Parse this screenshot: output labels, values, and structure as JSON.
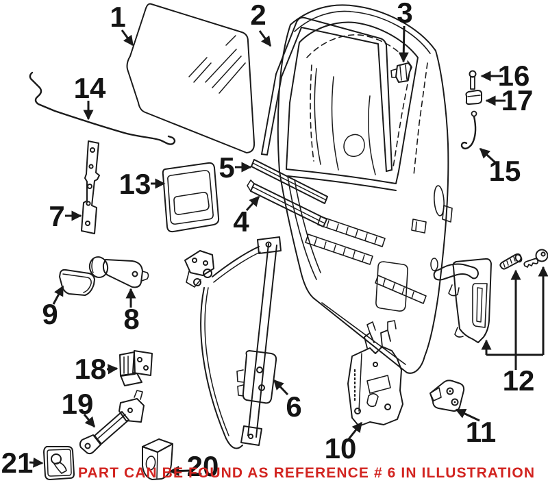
{
  "diagram": {
    "type": "exploded-parts-diagram",
    "subject": "vehicle door assembly illustration",
    "background_color": "#ffffff",
    "line_color": "#1a1a1a",
    "caption": "PART CAN BE FOUND AS REFERENCE # 6 IN ILLUSTRATION",
    "caption_color": "#d22420",
    "referenced_part": "6",
    "callouts": {
      "c1": {
        "label": "1"
      },
      "c2": {
        "label": "2"
      },
      "c3": {
        "label": "3"
      },
      "c4": {
        "label": "4"
      },
      "c5": {
        "label": "5"
      },
      "c6": {
        "label": "6"
      },
      "c7": {
        "label": "7"
      },
      "c8": {
        "label": "8"
      },
      "c9": {
        "label": "9"
      },
      "c10": {
        "label": "10"
      },
      "c11": {
        "label": "11"
      },
      "c12": {
        "label": "12"
      },
      "c13": {
        "label": "13"
      },
      "c14": {
        "label": "14"
      },
      "c15": {
        "label": "15"
      },
      "c16": {
        "label": "16"
      },
      "c17": {
        "label": "17"
      },
      "c18": {
        "label": "18"
      },
      "c19": {
        "label": "19"
      },
      "c20": {
        "label": "20"
      },
      "c21": {
        "label": "21"
      }
    }
  }
}
